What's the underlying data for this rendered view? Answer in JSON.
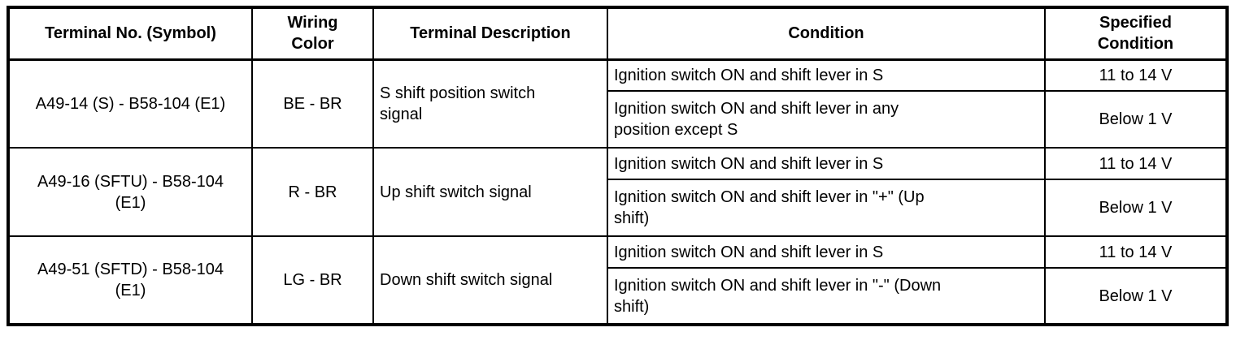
{
  "table": {
    "headers": [
      "Terminal No. (Symbol)",
      "Wiring\nColor",
      "Terminal Description",
      "Condition",
      "Specified\nCondition"
    ],
    "rows": [
      {
        "terminal": "A49-14 (S) - B58-104 (E1)",
        "wiring_color": "BE - BR",
        "description": "S shift position switch\nsignal",
        "conditions": [
          {
            "condition": "Ignition switch ON and shift lever in S",
            "specified": "11 to 14 V"
          },
          {
            "condition": "Ignition switch ON and shift lever in any\nposition except S",
            "specified": "Below 1 V"
          }
        ]
      },
      {
        "terminal": "A49-16 (SFTU) - B58-104\n(E1)",
        "wiring_color": "R - BR",
        "description": "Up shift switch signal",
        "conditions": [
          {
            "condition": "Ignition switch ON and shift lever in S",
            "specified": "11 to 14 V"
          },
          {
            "condition": "Ignition switch ON and shift lever in \"+\" (Up\nshift)",
            "specified": "Below 1 V"
          }
        ]
      },
      {
        "terminal": "A49-51 (SFTD) - B58-104\n(E1)",
        "wiring_color": "LG - BR",
        "description": "Down shift switch signal",
        "conditions": [
          {
            "condition": "Ignition switch ON and shift lever in S",
            "specified": "11 to 14 V"
          },
          {
            "condition": "Ignition switch ON and shift lever in \"-\" (Down\nshift)",
            "specified": "Below 1 V"
          }
        ]
      }
    ]
  }
}
